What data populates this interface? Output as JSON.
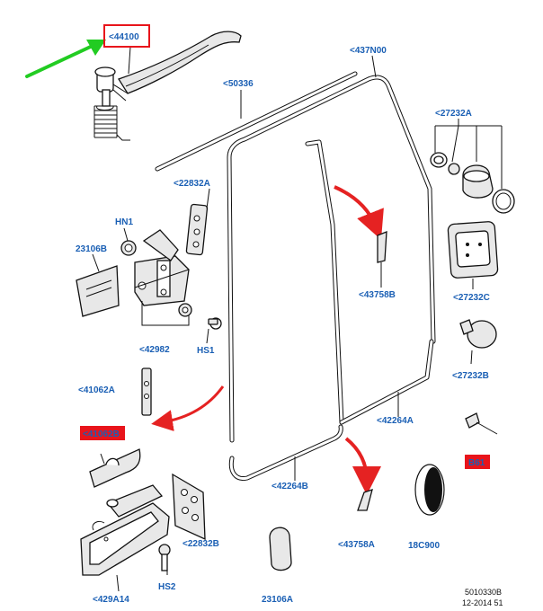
{
  "labels": {
    "l44100": "<44100",
    "l437N00": "<437N00",
    "l50336": "<50336",
    "l27232A": "<27232A",
    "l22832A": "<22832A",
    "lHN1": "HN1",
    "l23106B": "23106B",
    "l43758B": "<43758B",
    "l27232C": "<27232C",
    "l42982": "<42982",
    "lHS1": "HS1",
    "l27232B": "<27232B",
    "l41062A": "<41062A",
    "l42264A": "<42264A",
    "l41062B": "<41062B",
    "lB61": "B61",
    "l42264B": "<42264B",
    "l22832B": "<22832B",
    "l43758A": "<43758A",
    "l18C900": "18C900",
    "l429A14": "<429A14",
    "lHS2": "HS2",
    "l23106A": "23106A"
  },
  "footer": {
    "code": "5010330B",
    "date": "12-2014 51"
  },
  "colors": {
    "label_blue": "#1a5fb4",
    "highlight_red": "#e8141b",
    "arrow_green": "#22cc22",
    "arrow_red": "#e52222"
  }
}
